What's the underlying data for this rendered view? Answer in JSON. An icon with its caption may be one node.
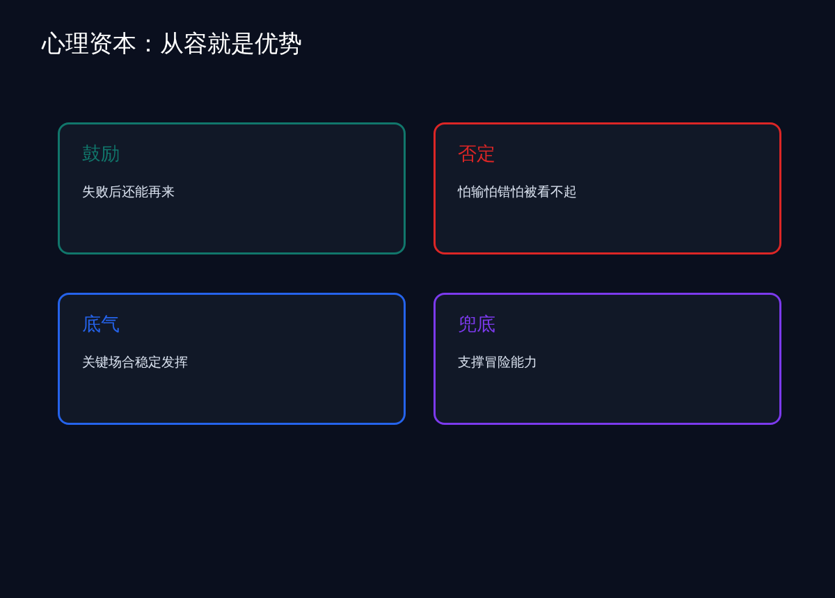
{
  "diagram": {
    "title": "心理资本：从容就是优势",
    "nodes": [
      {
        "text": [
          "鼓励",
          "失败后还能再来"
        ]
      },
      {
        "text": [
          "否定",
          "怕输怕错怕被看不起"
        ]
      },
      {
        "text": [
          "底气",
          "关键场合稳定发挥"
        ]
      },
      {
        "text": [
          "兜底",
          "支撑冒险能力"
        ]
      }
    ]
  }
}
